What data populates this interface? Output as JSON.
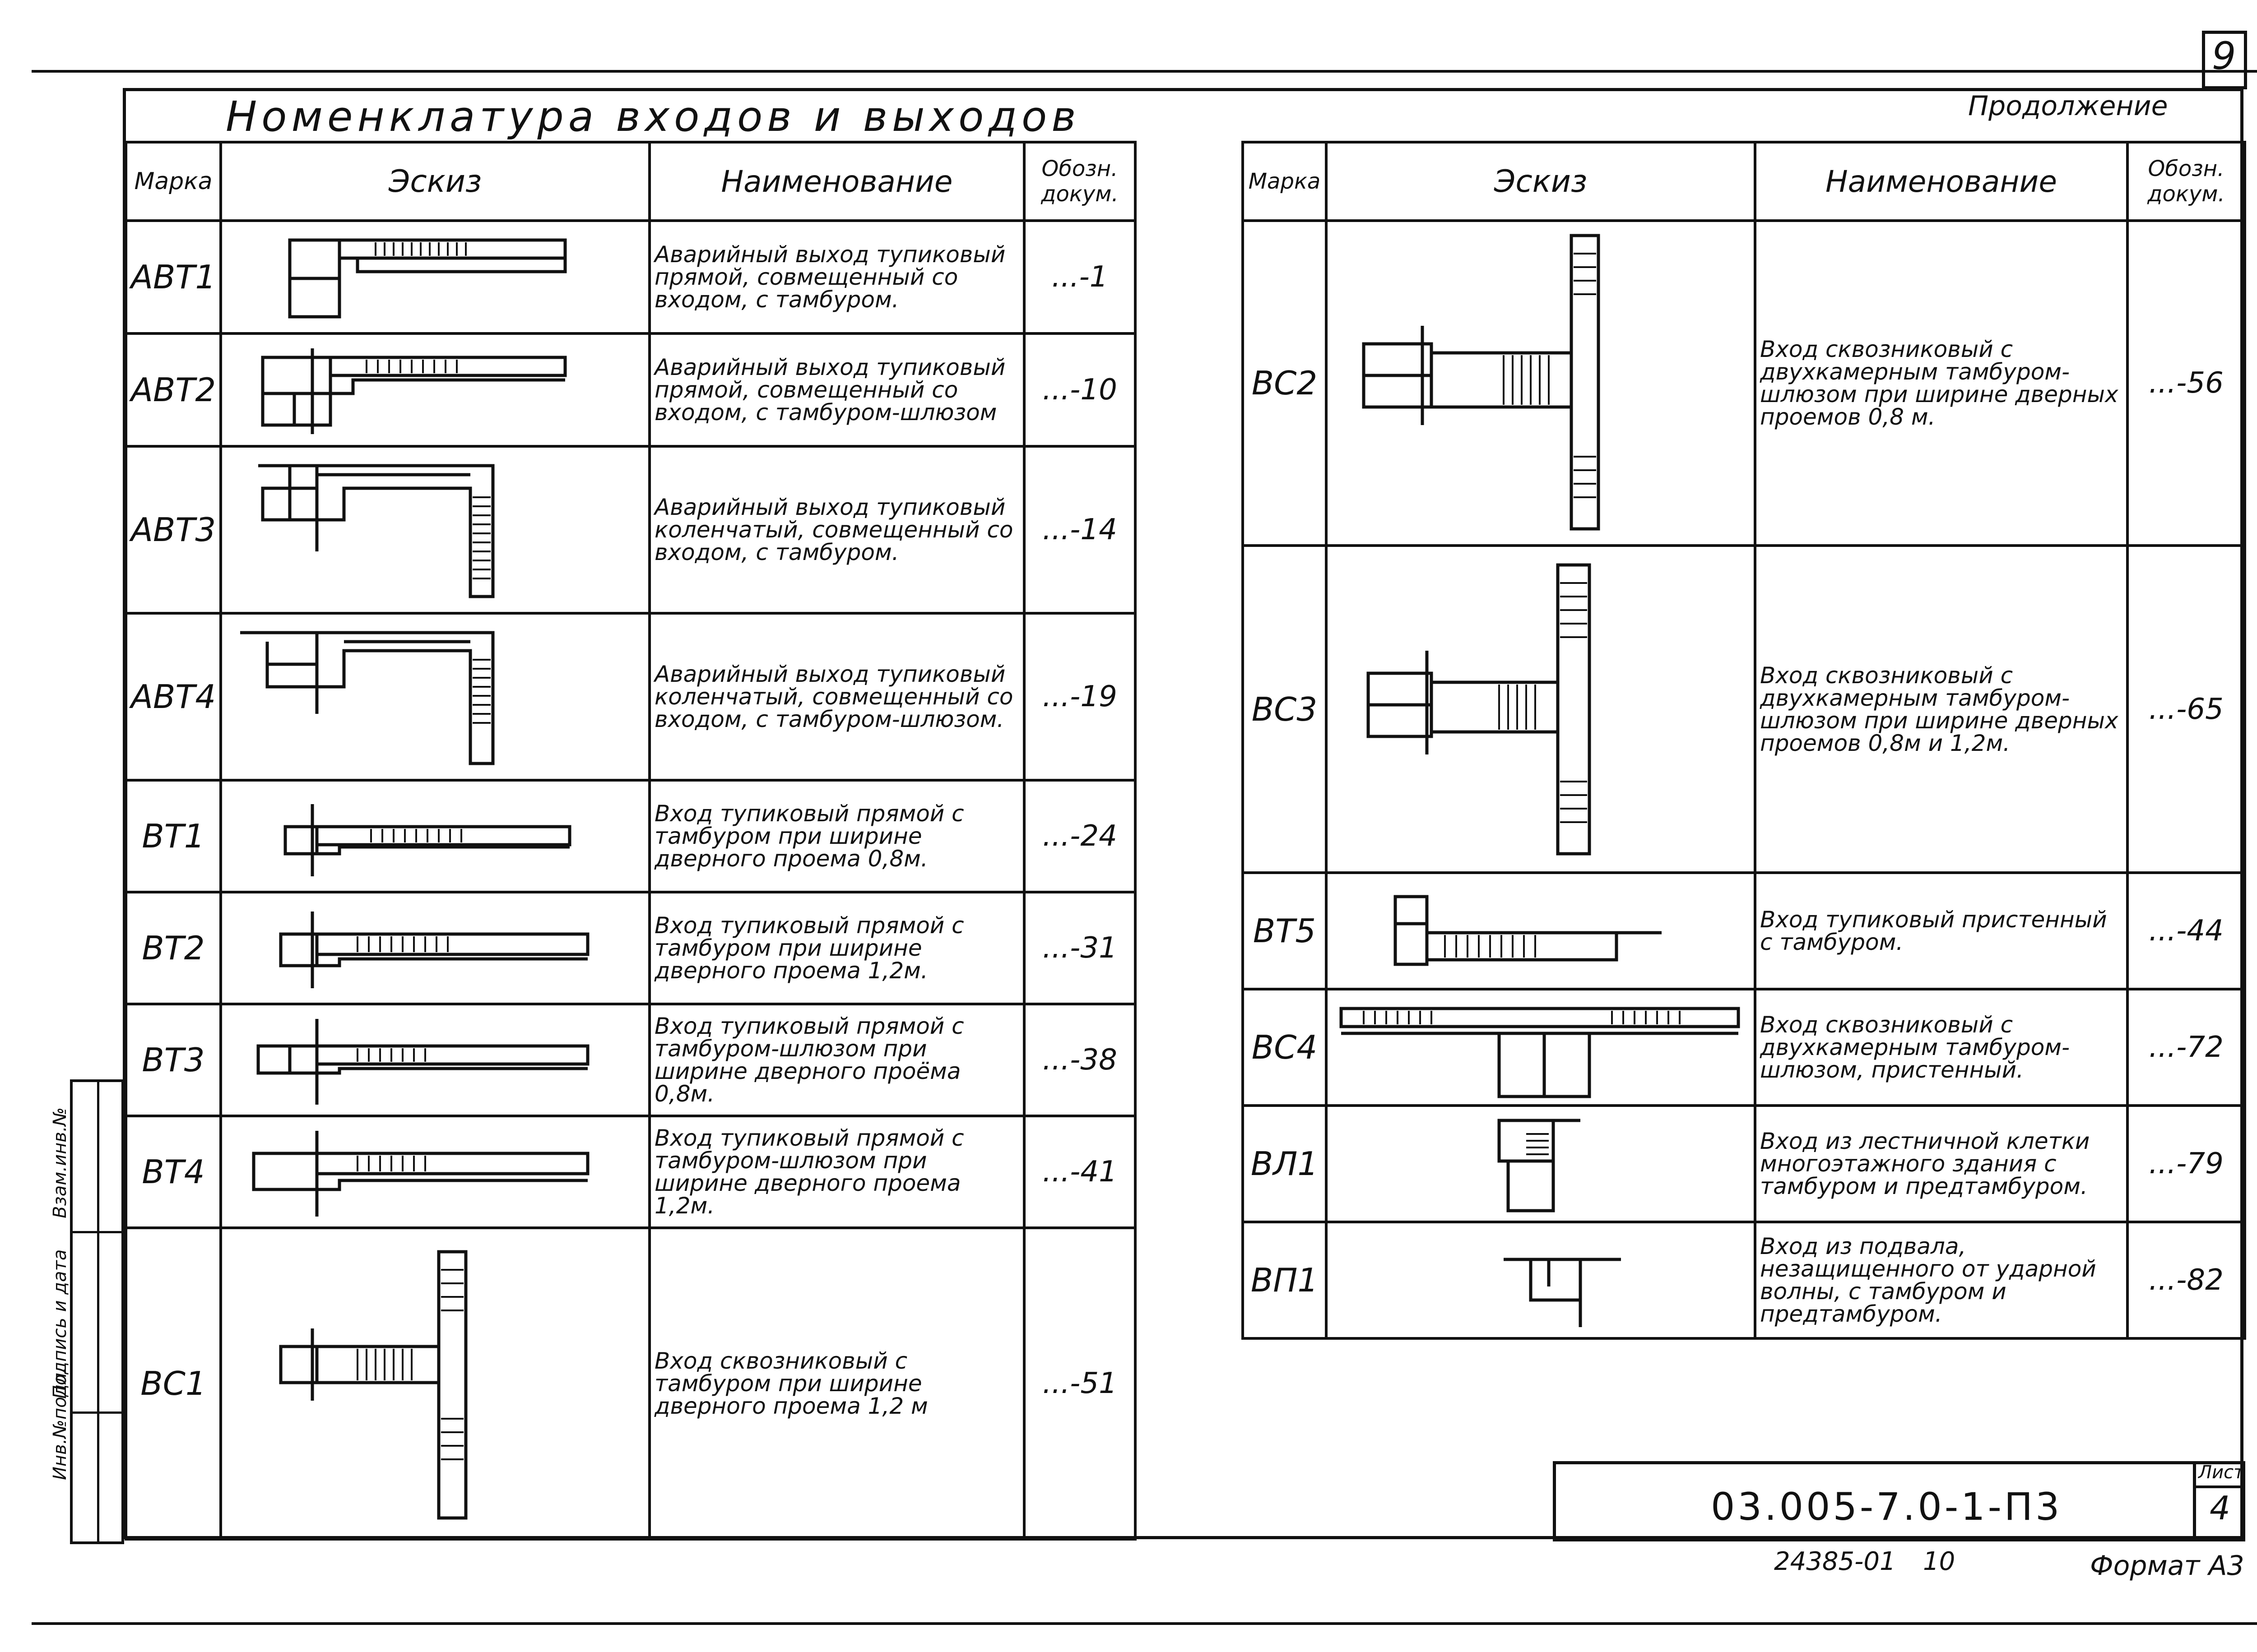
{
  "sheet_number": "9",
  "title": "Номенклатура входов и выходов",
  "continuation": "Продолжение",
  "headers": {
    "mark": "Марка",
    "sketch": "Эскиз",
    "name": "Наименование",
    "doc": "Обозн. докум."
  },
  "left_rows": [
    {
      "mark": "АВТ1",
      "name": "Аварийный выход тупиковый прямой, совмещенный со входом, с тамбуром.",
      "doc": "...-1"
    },
    {
      "mark": "АВТ2",
      "name": "Аварийный выход тупиковый прямой, совмещенный со входом, с тамбуром-шлюзом",
      "doc": "...-10"
    },
    {
      "mark": "АВТ3",
      "name": "Аварийный выход тупиковый коленчатый, совмещенный со входом, с тамбуром.",
      "doc": "...-14"
    },
    {
      "mark": "АВТ4",
      "name": "Аварийный выход тупиковый коленчатый, совмещенный со входом, с тамбуром-шлюзом.",
      "doc": "...-19"
    },
    {
      "mark": "ВТ1",
      "name": "Вход тупиковый прямой с тамбуром при ширине дверного проема 0,8м.",
      "doc": "...-24"
    },
    {
      "mark": "ВТ2",
      "name": "Вход тупиковый прямой с тамбуром при ширине дверного проема 1,2м.",
      "doc": "...-31"
    },
    {
      "mark": "ВТ3",
      "name": "Вход тупиковый прямой с тамбуром-шлюзом при ширине дверного проёма 0,8м.",
      "doc": "...-38"
    },
    {
      "mark": "ВТ4",
      "name": "Вход тупиковый прямой с тамбуром-шлюзом при ширине дверного проема 1,2м.",
      "doc": "...-41"
    },
    {
      "mark": "ВС1",
      "name": "Вход сквозниковый с тамбуром при ширине дверного проема 1,2 м",
      "doc": "...-51"
    }
  ],
  "right_rows": [
    {
      "mark": "ВС2",
      "name": "Вход сквозниковый с двухкамерным тамбуром-шлюзом при ширине дверных проемов 0,8 м.",
      "doc": "...-56"
    },
    {
      "mark": "ВС3",
      "name": "Вход сквозниковый с двухкамерным тамбуром-шлюзом при ширине дверных проемов 0,8м и 1,2м.",
      "doc": "...-65"
    },
    {
      "mark": "ВТ5",
      "name": "Вход тупиковый пристенный с тамбуром.",
      "doc": "...-44"
    },
    {
      "mark": "ВС4",
      "name": "Вход сквозниковый с двухкамерным тамбуром-шлюзом, пристенный.",
      "doc": "...-72"
    },
    {
      "mark": "ВЛ1",
      "name": "Вход из лестничной клетки многоэтажного здания с тамбуром и предтамбуром.",
      "doc": "...-79"
    },
    {
      "mark": "ВП1",
      "name": "Вход из подвала, незащищенного от ударной волны, с тамбуром и предтамбуром.",
      "doc": "...-82"
    }
  ],
  "side_stamp": [
    "Инв.№подл.",
    "Подпись и дата",
    "Взам.инв.№"
  ],
  "stamp": {
    "code": "03.005-7.0-1-П3",
    "sheet_label": "Лист",
    "sheet": "4"
  },
  "footer": {
    "number": "24385-01",
    "copy": "10",
    "format": "Формат А3"
  }
}
